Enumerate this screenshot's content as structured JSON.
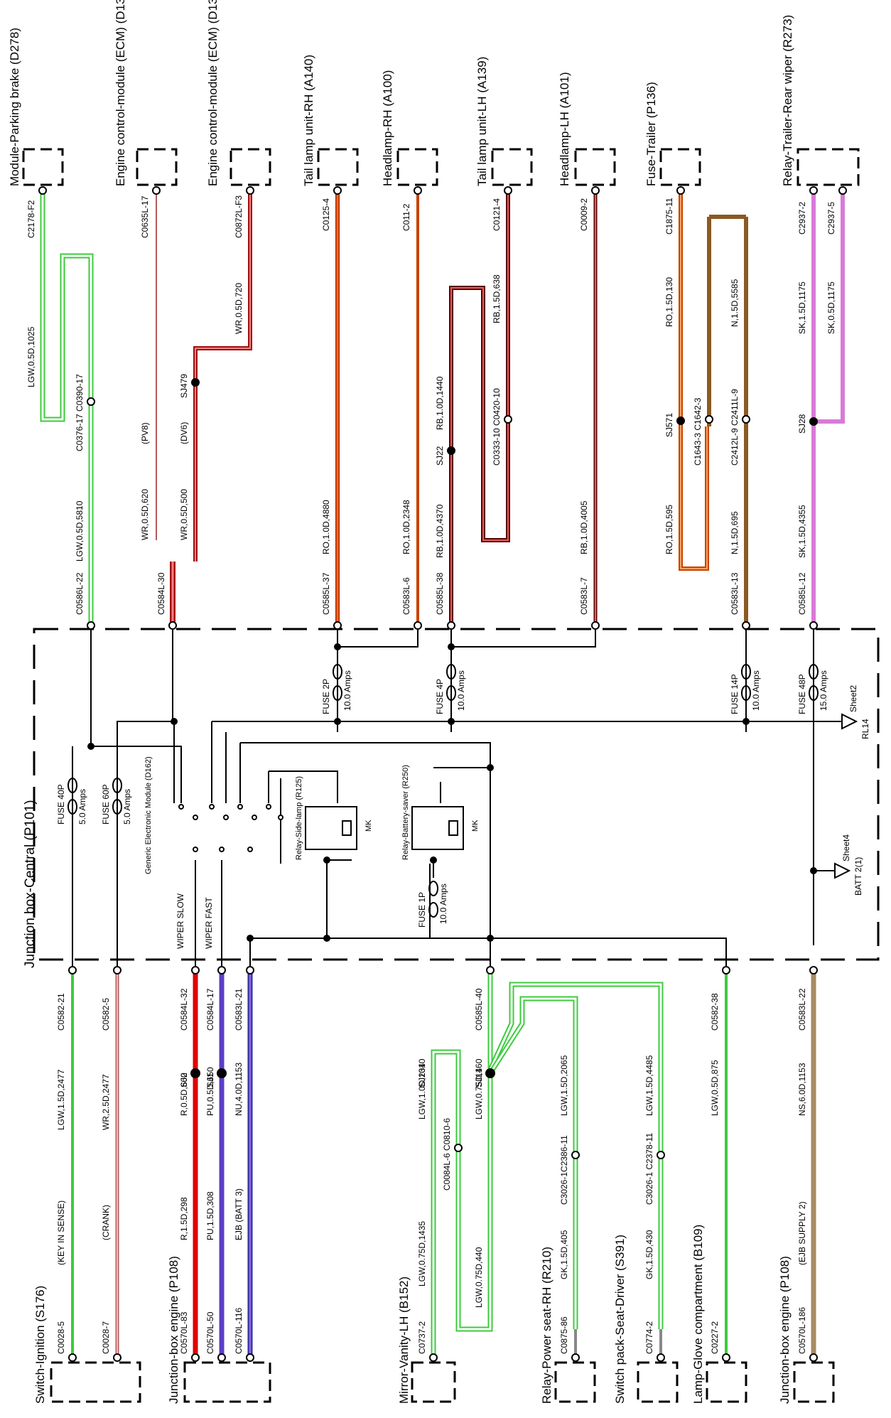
{
  "title": "Junction box-Central (P101)",
  "top_components": [
    "Module-Parking brake (D278)",
    "Engine control-module (ECM) (D131)",
    "Engine control-module (ECM) (D131)",
    "Tail lamp unit-RH (A140)",
    "Headlamp-RH (A100)",
    "Tail lamp unit-LH (A139)",
    "Headlamp-LH (A101)",
    "Fuse-Trailer (P136)",
    "Relay-Trailer-Rear wiper (R273)"
  ],
  "bottom_components": [
    "Switch-Ignition (S176)",
    "Junction-box engine (P108)",
    "Mirror-Vanity-LH (B152)",
    "Relay-Power seat-RH (R210)",
    "Switch pack-Seat-Driver (S391)",
    "Lamp-Glove compartment (B109)",
    "Junction-box engine (P108)"
  ],
  "connectors": {
    "c1_top": "C2178-F2",
    "c2_top": "C0635L-17",
    "c3_top": "C0872L-F3",
    "c4_top": "C0125-4",
    "c5_top": "C011-2",
    "c6_top": "C0121-4",
    "c7_top": "C0009-2",
    "c8_top": "C1875-11",
    "c9a_top": "C2937-2",
    "c9b_top": "C2937-5",
    "c1_mid": "C0376-17 C0390-17",
    "c6_mid": "C0333-10 C0420-10",
    "c8_mid1": "C1643-3 C1642-3",
    "c8_mid2": "C2412L-9 C2411L-9",
    "c1_box": "C0586L-22",
    "c2_box": "C0584L-30",
    "c4_box": "C0585L-37",
    "c5_box": "C0583L-6",
    "c6_box": "C0585L-38",
    "c7_box": "C0583L-7",
    "c8_box": "C0583L-13",
    "c9_box": "C0585L-12",
    "b1_box": "C0582-21",
    "b2_box": "C0582-5",
    "b3_box": "C0584L-32",
    "b4_box": "C0584L-17",
    "b5_box": "C0583L-21",
    "b6_box": "C0585L-40",
    "b7_box": "C0582-38",
    "b8_box": "C0583L-22",
    "b1_end": "C0028-5",
    "b2_end": "C0028-7",
    "b3_end": "C0570L-83",
    "b4_end": "C0570L-50",
    "b5_end": "C0570L-116",
    "b6_end": "C0737-2",
    "b7_end": "C0875-86",
    "b8_end": "C0774-2",
    "b9_end": "C0227-2",
    "b10_end": "C0570L-186",
    "b6_mid": "C0084L-6 C0810-6",
    "b7_mid": "C3026-1C2386-11",
    "b8_mid": "C3026-1 C2378-11"
  },
  "wires": {
    "t1a": "LGW,0.5D,1025",
    "t1b": "LGW,0.5D,5810",
    "t2a": "WR,0.5D,620",
    "t3a": "WR,0.5D,720",
    "t3b": "WR,0.5D,500",
    "t4": "RO,1.0D,4880",
    "t5": "RO,1.0D,2348",
    "t6a": "RB,1.5D,638",
    "t6b": "RB,1.0D,1440",
    "t6c": "RB,1.0D,4370",
    "t7": "RB,1.0D,4005",
    "t8a": "RO,1.5D,130",
    "t8b": "N,1.5D,5585",
    "t8c": "RO,1.5D,595",
    "t8d": "N,1.5D,695",
    "t9a": "SK,1.5D,1175",
    "t9b": "SK,0.5D,1175",
    "t9c": "SK,1.5D,4355",
    "b1": "LGW,1.5D,2477",
    "b2": "WR,2.5D,2477",
    "b3a": "R,0.5D,660",
    "b3b": "R,1.5D,298",
    "b4a": "PU,0.5D,650",
    "b4b": "PU,1.5D,308",
    "b5": "NU,4.0D,1153",
    "b6a": "LGW,1.0D,1010",
    "b6b": "LGW,0.75D,160",
    "b6c": "LGW,0.75D,1435",
    "b6d": "LGW,0.75D,440",
    "b7a": "LGW,1.5D,2065",
    "b7b": "GK,1.5D,405",
    "b8a": "LGW,1.5D,4485",
    "b8b": "GK,1.5D,430",
    "b9": "LGW,0.5D,875",
    "b10": "NS,6.0D,1153"
  },
  "notes": {
    "pv8": "(PV8)",
    "dv6": "(DV6)",
    "key_in_sense": "(KEY IN SENSE)",
    "crank": "(CRANK)",
    "batt3": "EJB (BATT 3)",
    "ejb_supply2": "(EJB SUPPLY 2)"
  },
  "splices": {
    "sj479": "SJ479",
    "sj22": "SJ22",
    "sj571": "SJ571",
    "sj28": "SJ28",
    "sj2": "SJ2",
    "sj1": "SJ1",
    "sj234": "SJ234",
    "sj14": "SJ14"
  },
  "fuses": {
    "f2p": "FUSE 2P",
    "f2p_amp": "10.0 Amps",
    "f4p": "FUSE 4P",
    "f4p_amp": "10.0 Amps",
    "f14p": "FUSE 14P",
    "f14p_amp": "10.0 Amps",
    "f48p": "FUSE 48P",
    "f48p_amp": "15.0 Amps",
    "f40p": "FUSE 40P",
    "f40p_amp": "5.0 Amps",
    "f60p": "FUSE 60P",
    "f60p_amp": "5.0 Amps",
    "f1p": "FUSE 1P",
    "f1p_amp": "10.0 Amps"
  },
  "internal": {
    "gem": "Generic Electronic Module (D162)",
    "wiper_slow": "WIPER SLOW",
    "wiper_fast": "WIPER FAST",
    "relay_side": "Relay-Side-lamp (R125)",
    "relay_batt": "Relay-Battery-saver (R250)",
    "mk1": "MK",
    "mk2": "MK",
    "sheet2": "Sheet2",
    "rl14": "RL14",
    "sheet4": "Sheet4",
    "batt2": "BATT 2(1)"
  },
  "colors": {
    "green": "#3ccb3c",
    "red": "#e00000",
    "orange": "#f06a1e",
    "darkred": "#7a0000",
    "brown": "#8a5a22",
    "pink": "#d87ad8",
    "purple": "#5a3ec8",
    "tan": "#a88a62",
    "grey": "#888888"
  }
}
